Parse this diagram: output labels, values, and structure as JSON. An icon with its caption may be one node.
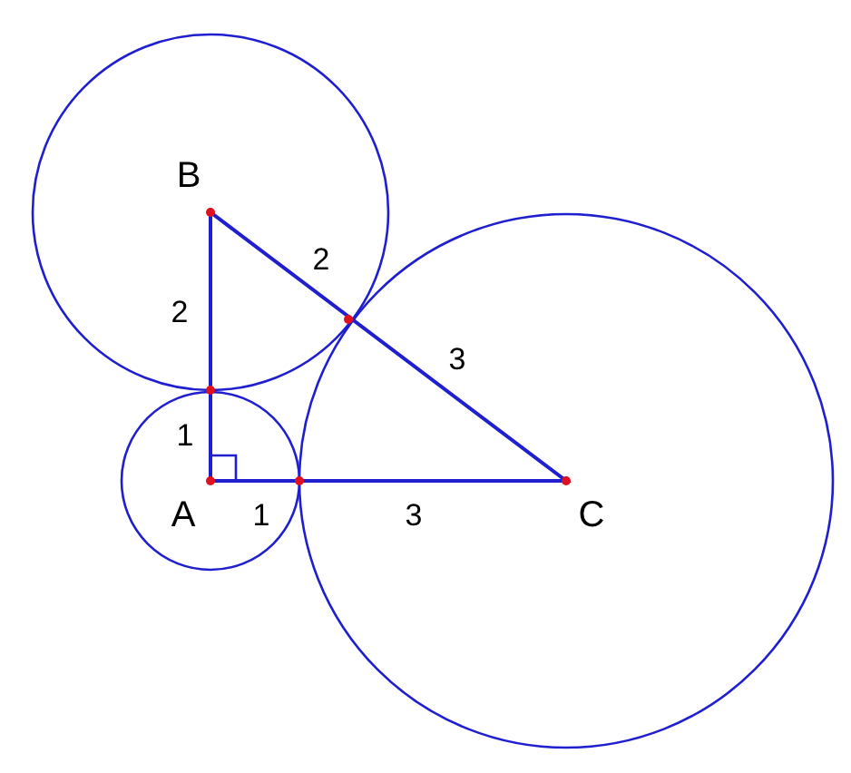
{
  "diagram": {
    "labels": [
      "B",
      "2",
      "2",
      "3",
      "1",
      "A",
      "1",
      "3",
      "C"
    ]
  }
}
